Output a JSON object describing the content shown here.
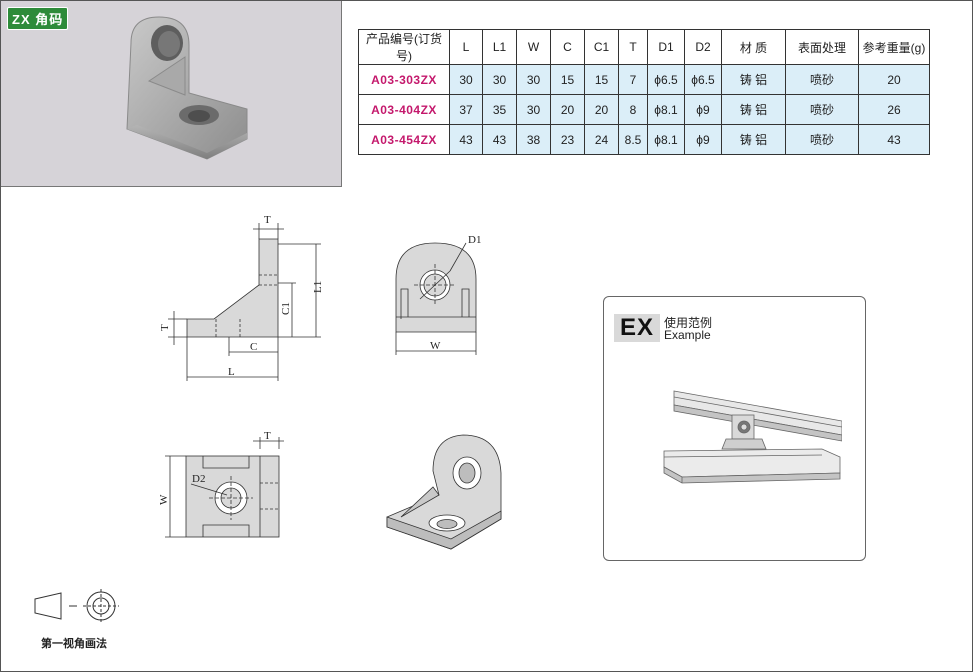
{
  "product_tag": "ZX 角码",
  "table": {
    "headers": [
      "产品编号(订货号)",
      "L",
      "L1",
      "W",
      "C",
      "C1",
      "T",
      "D1",
      "D2",
      "材 质",
      "表面处理",
      "参考重量(g)"
    ],
    "rows": [
      [
        "A03-303ZX",
        "30",
        "30",
        "30",
        "15",
        "15",
        "7",
        "ϕ6.5",
        "ϕ6.5",
        "铸 铝",
        "喷砂",
        "20"
      ],
      [
        "A03-404ZX",
        "37",
        "35",
        "30",
        "20",
        "20",
        "8",
        "ϕ8.1",
        "ϕ9",
        "铸 铝",
        "喷砂",
        "26"
      ],
      [
        "A03-454ZX",
        "43",
        "43",
        "38",
        "23",
        "24",
        "8.5",
        "ϕ8.1",
        "ϕ9",
        "铸 铝",
        "喷砂",
        "43"
      ]
    ]
  },
  "dims": {
    "T": "T",
    "L": "L",
    "L1": "L1",
    "C": "C",
    "C1": "C1",
    "W": "W",
    "D1": "D1",
    "D2": "D2"
  },
  "example": {
    "badge": "EX",
    "title_cn": "使用范例",
    "title_en": "Example"
  },
  "projection_label": "第一视角画法",
  "colors": {
    "tag_green": "#2e8b3a",
    "code_magenta": "#c4186c",
    "cell_blue": "#dbeef8",
    "photo_bg": "#d6d3d8"
  }
}
